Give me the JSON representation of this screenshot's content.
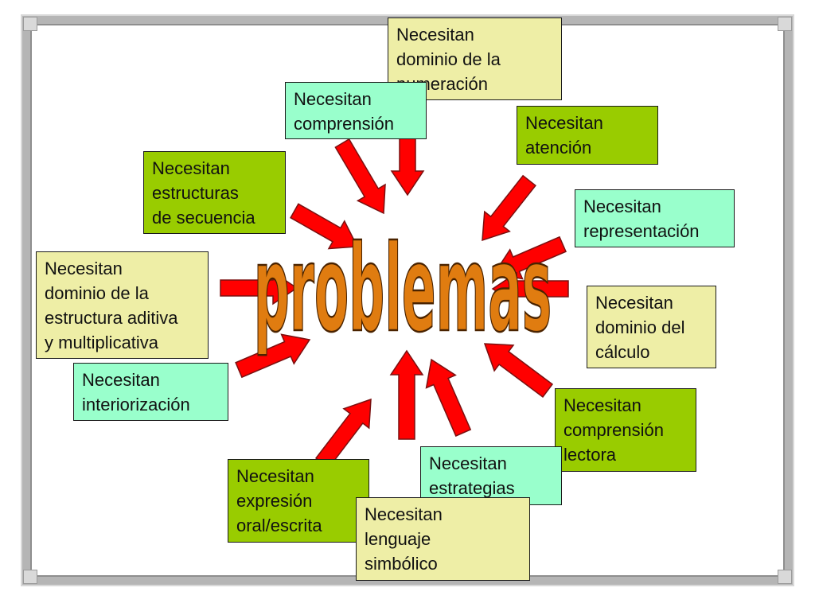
{
  "center_word": "problemas",
  "colors": {
    "arrow_fill": "#ff0000",
    "arrow_stroke": "#7a1010",
    "word_fill": "#e07c10",
    "word_stroke": "#4a2300",
    "box_aqua": "#99ffcc",
    "box_green": "#99cc00",
    "box_beige": "#eeeea6"
  },
  "boxes": {
    "numeracion": "Necesitan\ndominio de la\nnumeración",
    "comprension": "Necesitan\ncomprensión",
    "atencion": "Necesitan\natención",
    "secuencia": "Necesitan\nestructuras\nde secuencia",
    "representacion": "Necesitan\nrepresentación",
    "aditiva": "Necesitan\ndominio de la\nestructura aditiva\ny multiplicativa",
    "calculo": "Necesitan\ndominio del\ncálculo",
    "interiorizacion": "Necesitan\ninteriorización",
    "lectora": "Necesitan\ncomprensión\nlectora",
    "estrategias": "Necesitan\nestrategias",
    "expresion": "Necesitan\nexpresión\noral/escrita",
    "simbolico": "Necesitan\nlenguaje\nsimbólico"
  }
}
